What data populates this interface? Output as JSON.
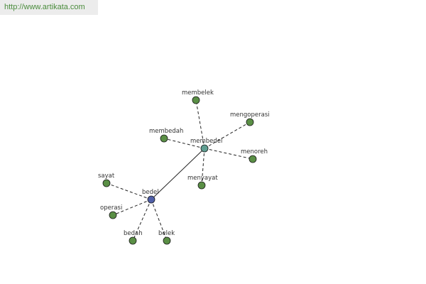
{
  "banner": {
    "url": "http://www.artikata.com"
  },
  "graph": {
    "colors": {
      "leaf": "#5a8f45",
      "hub": "#5f9e91",
      "root": "#4f5fa8",
      "stroke": "#222222"
    },
    "nodes": [
      {
        "id": "bedel",
        "label": "bedel",
        "kind": "root"
      },
      {
        "id": "membedel",
        "label": "membedel",
        "kind": "hub"
      },
      {
        "id": "membelek",
        "label": "membelek",
        "kind": "leaf"
      },
      {
        "id": "mengoperasi",
        "label": "mengoperasi",
        "kind": "leaf"
      },
      {
        "id": "membedah",
        "label": "membedah",
        "kind": "leaf"
      },
      {
        "id": "menoreh",
        "label": "menoreh",
        "kind": "leaf"
      },
      {
        "id": "menyayat",
        "label": "menyayat",
        "kind": "leaf"
      },
      {
        "id": "sayat",
        "label": "sayat",
        "kind": "leaf"
      },
      {
        "id": "operasi",
        "label": "operasi",
        "kind": "leaf"
      },
      {
        "id": "bedah",
        "label": "bedah",
        "kind": "leaf"
      },
      {
        "id": "belek",
        "label": "belek",
        "kind": "leaf"
      }
    ],
    "edges": [
      {
        "from": "bedel",
        "to": "membedel",
        "style": "solid"
      },
      {
        "from": "membedel",
        "to": "membelek",
        "style": "dashed"
      },
      {
        "from": "membedel",
        "to": "mengoperasi",
        "style": "dashed"
      },
      {
        "from": "membedel",
        "to": "membedah",
        "style": "dashed"
      },
      {
        "from": "membedel",
        "to": "menoreh",
        "style": "dashed"
      },
      {
        "from": "membedel",
        "to": "menyayat",
        "style": "dashed"
      },
      {
        "from": "bedel",
        "to": "sayat",
        "style": "dashed"
      },
      {
        "from": "bedel",
        "to": "operasi",
        "style": "dashed"
      },
      {
        "from": "bedel",
        "to": "bedah",
        "style": "dashed"
      },
      {
        "from": "bedel",
        "to": "belek",
        "style": "dashed"
      }
    ]
  }
}
